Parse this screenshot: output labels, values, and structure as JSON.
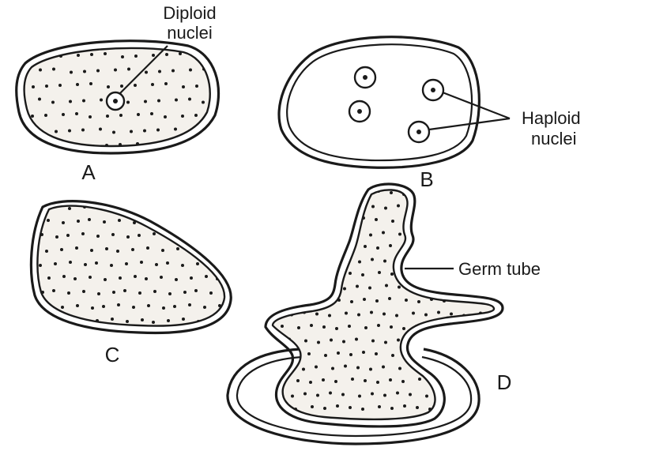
{
  "labels": {
    "diploid_line1": "Diploid",
    "diploid_line2": "nuclei",
    "haploid_line1": "Haploid",
    "haploid_line2": "nuclei",
    "germ_tube": "Germ tube"
  },
  "figures": {
    "a": "A",
    "b": "B",
    "c": "C",
    "d": "D"
  }
}
